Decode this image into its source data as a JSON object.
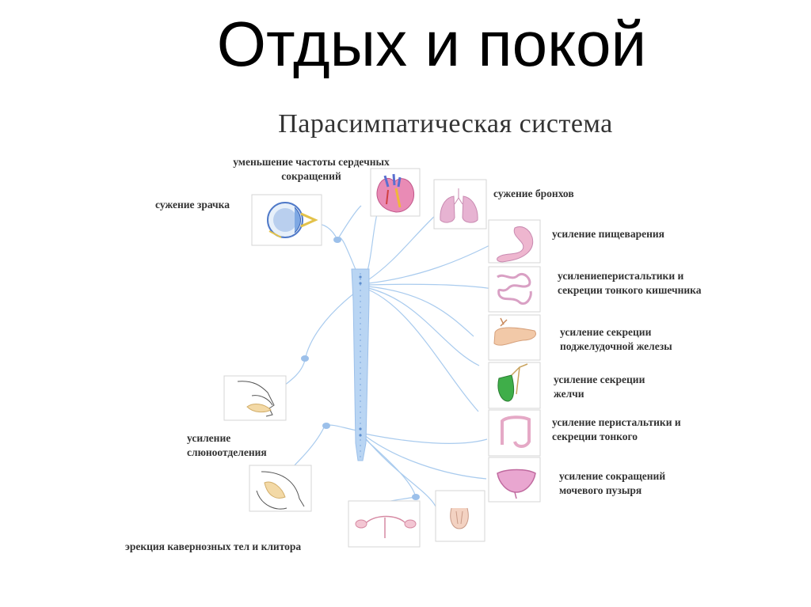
{
  "slide": {
    "title": "Отдых и покой"
  },
  "figure": {
    "title": "Парасимпатическая система",
    "labels": {
      "heart": "уменьшение частоты сердечных\nсокращений",
      "pupil": "сужение зрачка",
      "bronchi": "сужение бронхов",
      "digestion": "усиление пищеварения",
      "small_intestine": "усилениеперистальтики и\nсекреции тонкого кишечника",
      "pancreas": "усиление секреции\nподжелудочной железы",
      "bile": "усиление секреции\nжелчи",
      "colon": "усиление перистальтики и\nсекреции тонкого",
      "salivation": "усиление\nслюноотделения",
      "bladder": "усиление сокращений\nмочевого пузыря",
      "erection": "эрекция кавернозных тел и клитора"
    },
    "icons": {
      "heart": "heart-icon",
      "eye": "eye-icon",
      "lungs": "lungs-icon",
      "stomach": "stomach-icon",
      "intestine": "small-intestine-icon",
      "pancreas": "pancreas-icon",
      "gallbladder": "gallbladder-icon",
      "colon": "colon-icon",
      "bladder": "bladder-icon",
      "salivary_glands": "salivary-glands-icon",
      "face": "face-icon",
      "female_organs": "female-organs-icon",
      "male_organs": "male-organs-icon"
    },
    "colors": {
      "spine": "#b9d5f3",
      "nerve": "#a9cbee",
      "node": "#9cc0ea",
      "organ_pink": "#e7b3d2",
      "gallbladder": "#3fae49",
      "text": "#333333"
    }
  }
}
